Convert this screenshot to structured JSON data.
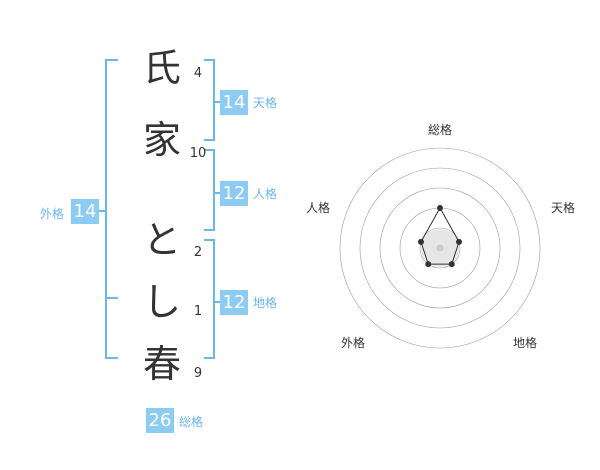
{
  "name": {
    "chars": [
      "氏",
      "家",
      "と",
      "し",
      "春"
    ],
    "strokes": [
      "4",
      "10",
      "2",
      "1",
      "9"
    ]
  },
  "kakusu": {
    "tenkaku": {
      "value": "14",
      "label": "天格"
    },
    "jinkaku": {
      "value": "12",
      "label": "人格"
    },
    "chikaku": {
      "value": "12",
      "label": "地格"
    },
    "gaikaku": {
      "value": "14",
      "label": "外格"
    },
    "soukaku": {
      "value": "26",
      "label": "総格"
    }
  },
  "colors": {
    "accent": "#8ccbf2",
    "bracket": "#6cb6e8",
    "text": "#333333"
  },
  "chart_data": {
    "type": "radar",
    "axes": [
      "総格",
      "天格",
      "地格",
      "外格",
      "人格"
    ],
    "values": [
      2,
      1,
      1,
      1,
      1
    ],
    "rmax": 5
  }
}
